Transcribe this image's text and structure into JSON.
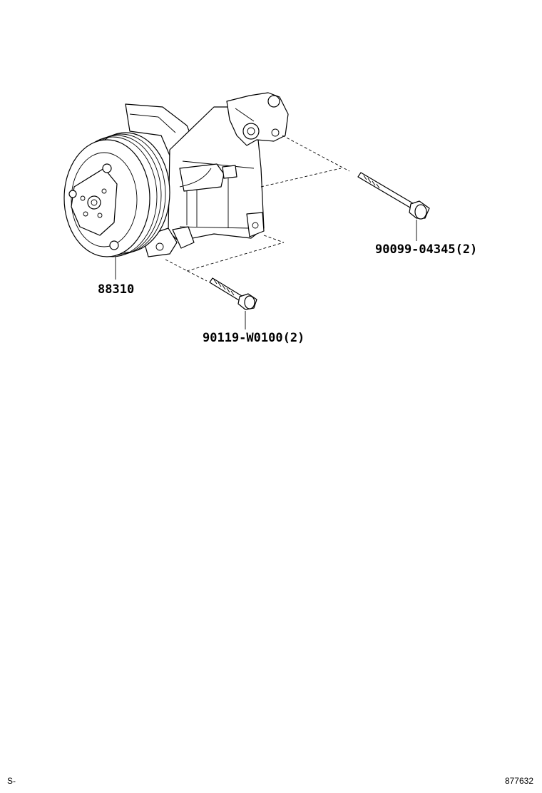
{
  "parts": [
    {
      "id": "compressor",
      "label": "88310"
    },
    {
      "id": "bolt-long",
      "label": "90099-04345(2)"
    },
    {
      "id": "bolt-short",
      "label": "90119-W0100(2)"
    }
  ],
  "footer": {
    "left_code": "S-",
    "right_code": "877632"
  }
}
